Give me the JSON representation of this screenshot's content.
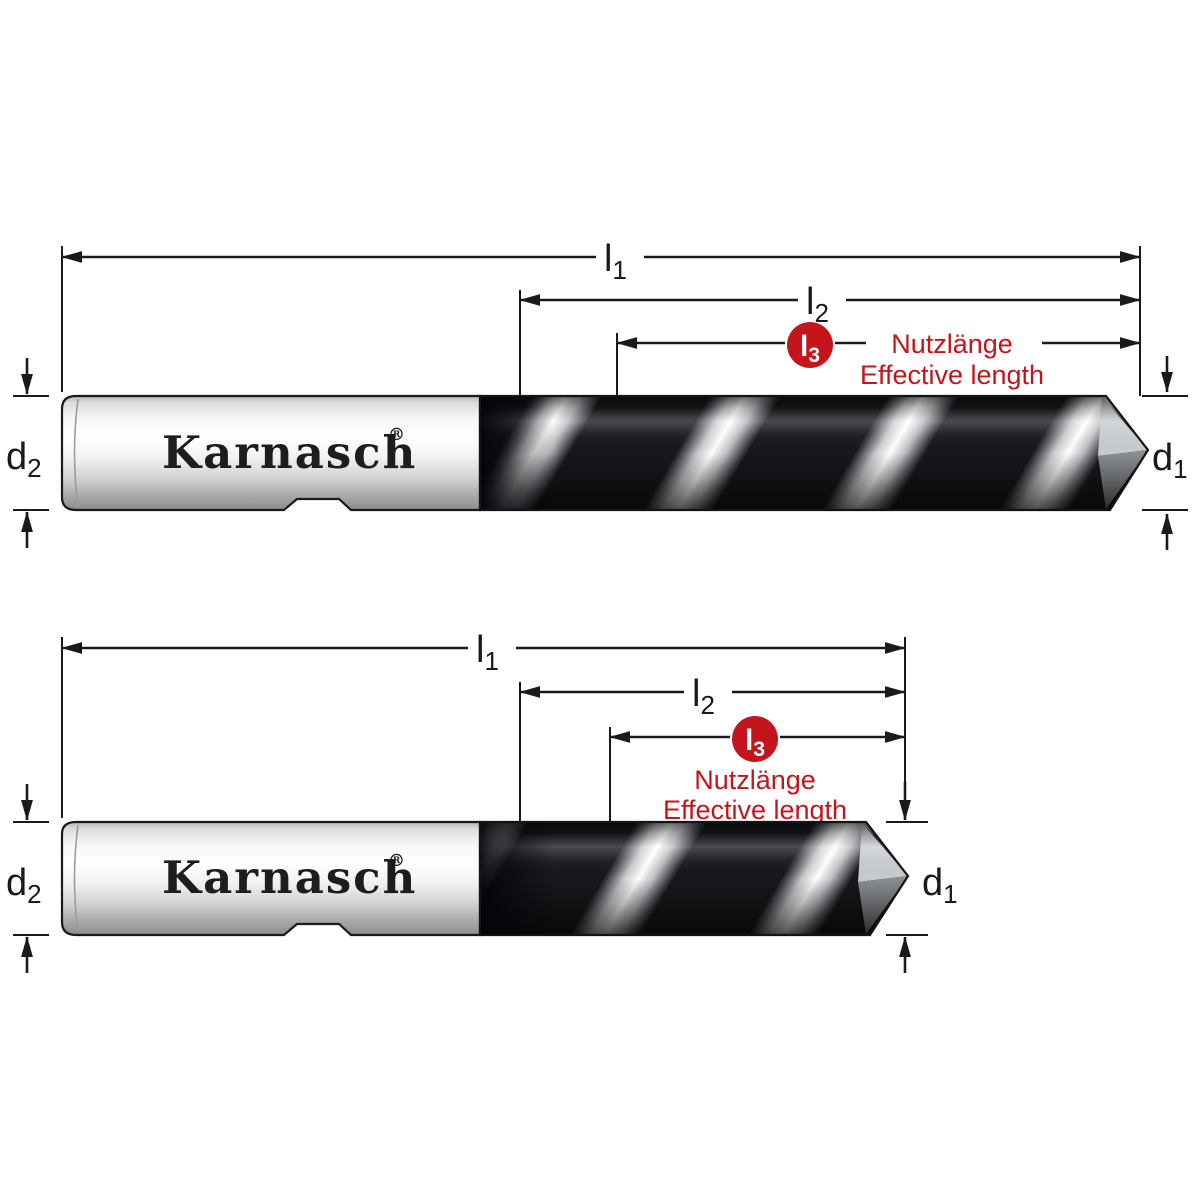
{
  "diagram": {
    "brand": "Karnasch",
    "registered_mark": "®",
    "labels": {
      "l1_base": "l",
      "l1_sub": "1",
      "l2_base": "l",
      "l2_sub": "2",
      "l3_base": "l",
      "l3_sub": "3",
      "d1_base": "d",
      "d1_sub": "1",
      "d2_base": "d",
      "d2_sub": "2"
    },
    "annotations": {
      "effective_length_de": "Nutzlänge",
      "effective_length_en": "Effective length"
    },
    "colors": {
      "accent_red": "#c4151c",
      "line_black": "#1a1a1a"
    }
  }
}
